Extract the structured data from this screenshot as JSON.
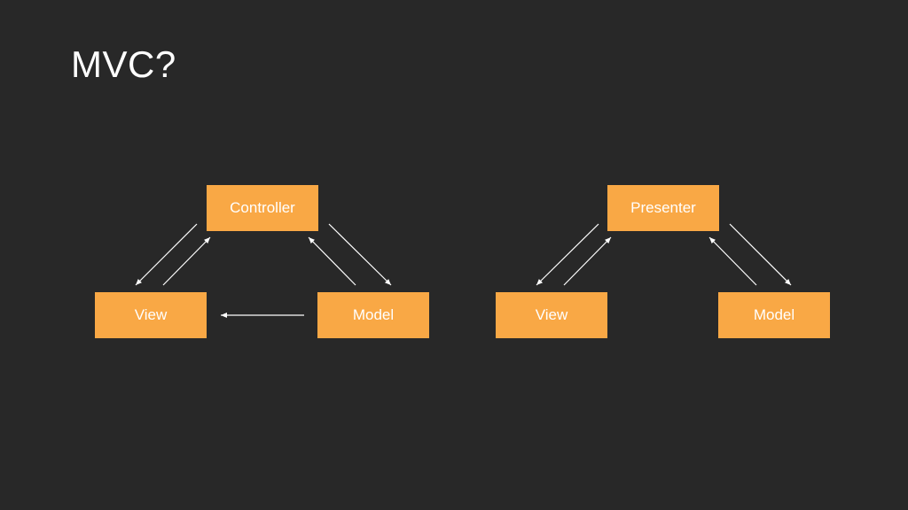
{
  "slide": {
    "title": "MVC?"
  },
  "diagrams": [
    {
      "nodes": {
        "top": "Controller",
        "left": "View",
        "right": "Model"
      }
    },
    {
      "nodes": {
        "top": "Presenter",
        "left": "View",
        "right": "Model"
      }
    }
  ],
  "colors": {
    "background": "#282828",
    "box": "#f9a845",
    "text": "#ffffff",
    "arrow": "#ffffff"
  }
}
